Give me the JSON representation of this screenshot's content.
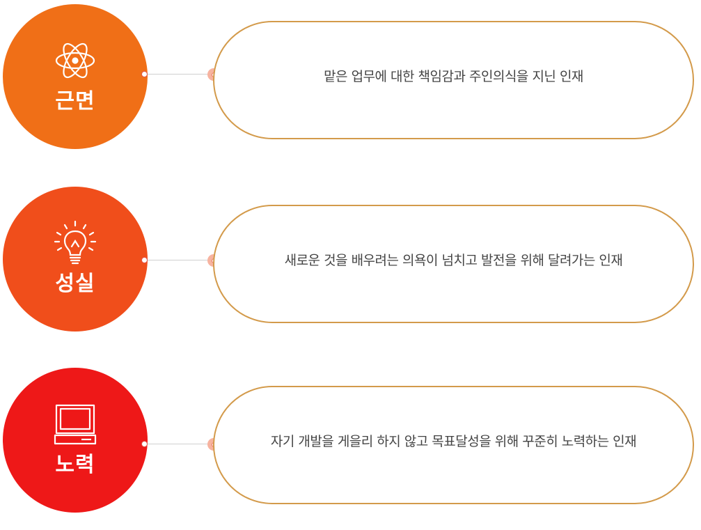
{
  "items": [
    {
      "title": "근면",
      "icon": "atom-icon",
      "color": "#f06f17",
      "description": "맡은 업무에 대한 책임감과 주인의식을 지닌 인재"
    },
    {
      "title": "성실",
      "icon": "lightbulb-icon",
      "color": "#f04e1b",
      "description": "새로운 것을 배우려는 의욕이 넘치고 발전을 위해 달려가는 인재"
    },
    {
      "title": "노력",
      "icon": "computer-icon",
      "color": "#ee1818",
      "description": "자기 개발을 게을리 하지 않고 목표달성을 위해 꾸준히 노력하는 인재"
    }
  ],
  "colors": {
    "pill_border": "#d39a4a",
    "connector": "#cfcfcf",
    "text": "#444444"
  }
}
